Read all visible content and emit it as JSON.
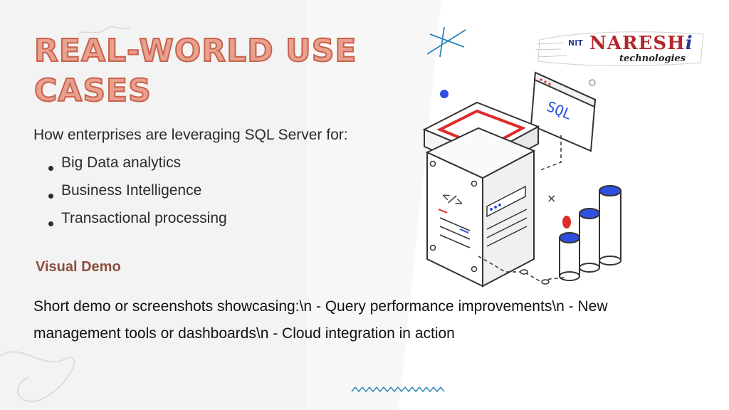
{
  "slide": {
    "title": "REAL-WORLD USE CASES",
    "subtitle": "How enterprises are leveraging SQL Server for:",
    "bullets": [
      "Big Data analytics",
      "Business Intelligence",
      "Transactional processing"
    ],
    "section_title": "Visual Demo",
    "body": "Short demo or screenshots showcasing:\\n - Query performance improvements\\n - New management tools or dashboards\\n - Cloud integration in action"
  },
  "logo": {
    "brand": "NARESH",
    "brand_suffix": "i",
    "subtext": "technologies",
    "badge": "NIT"
  },
  "illustration": {
    "window_label": "SQL",
    "code_glyph": "</>",
    "close_mark": "×"
  },
  "colors": {
    "title_fill": "#e8a08f",
    "title_stroke": "#c9624a",
    "section": "#8a5040",
    "accent_red": "#e02b2b",
    "accent_blue": "#2f4fe0",
    "logo_red": "#b3282d",
    "deco_teal": "#2a86b8"
  },
  "icons": [
    "server-icon",
    "sql-window-icon",
    "database-cylinder-icon",
    "star-doodle-icon",
    "wave-doodle-icon"
  ]
}
